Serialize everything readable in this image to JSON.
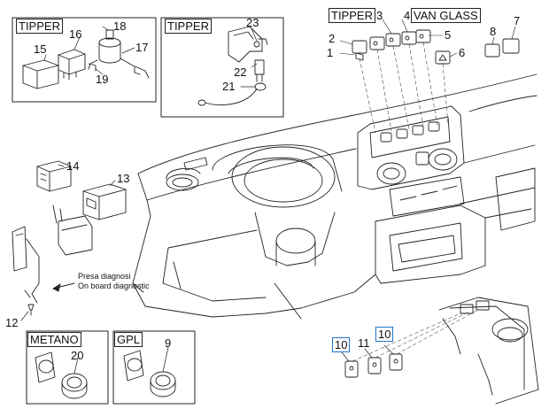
{
  "boxes": {
    "tipper_relay": "TIPPER",
    "tipper_sensor": "TIPPER",
    "tipper_switch": "TIPPER",
    "van_glass": "VAN GLASS",
    "metano": "METANO",
    "gpl": "GPL"
  },
  "note": {
    "line1": "Presa diagnosi",
    "line2": "On board diagnostic"
  },
  "callouts": {
    "n1": "1",
    "n2": "2",
    "n3": "3",
    "n4": "4",
    "n5": "5",
    "n6": "6",
    "n7": "7",
    "n8": "8",
    "n9": "9",
    "n10a": "10",
    "n10b": "10",
    "n11": "11",
    "n12": "12",
    "n13": "13",
    "n14": "14",
    "n15": "15",
    "n16": "16",
    "n17": "17",
    "n18": "18",
    "n19": "19",
    "n20": "20",
    "n21": "21",
    "n22": "22",
    "n23": "23"
  },
  "colors": {
    "line": "#222222",
    "highlight": "#1f77c9",
    "background": "#ffffff"
  }
}
